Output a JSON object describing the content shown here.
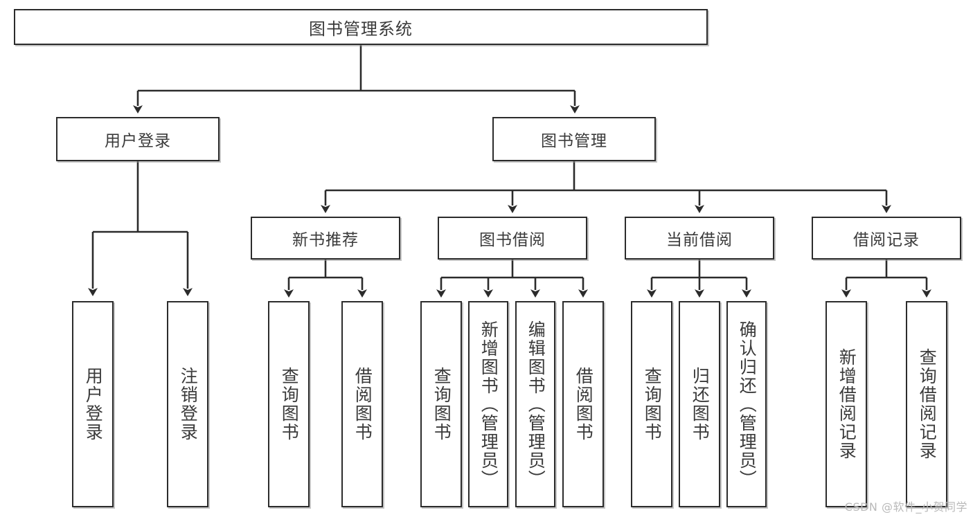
{
  "diagram": {
    "title": "图书管理系统",
    "type": "hierarchy-tree",
    "watermark": "CSDN @软件_小贺同学",
    "colors": {
      "box_border": "#2b2b2b",
      "box_fill": "#ffffff",
      "text": "#3a3a3a",
      "connector": "#2b2b2b",
      "watermark": "#b9b9b9"
    },
    "root": {
      "label": "图书管理系统"
    },
    "level2": [
      {
        "id": "user-login",
        "label": "用户登录"
      },
      {
        "id": "book-manage",
        "label": "图书管理"
      }
    ],
    "level3": [
      {
        "id": "new-book-rec",
        "label": "新书推荐"
      },
      {
        "id": "book-borrow",
        "label": "图书借阅"
      },
      {
        "id": "current-borrow",
        "label": "当前借阅"
      },
      {
        "id": "borrow-record",
        "label": "借阅记录"
      }
    ],
    "leaves": {
      "user_login": [
        {
          "id": "leaf-user-login",
          "label": "用户登录"
        },
        {
          "id": "leaf-user-logout",
          "label": "注销登录"
        }
      ],
      "new_book_rec": [
        {
          "id": "leaf-query-book-1",
          "label": "查询图书"
        },
        {
          "id": "leaf-borrow-book-1",
          "label": "借阅图书"
        }
      ],
      "book_borrow": [
        {
          "id": "leaf-query-book-2",
          "label": "查询图书"
        },
        {
          "id": "leaf-add-book",
          "label": "新增图书（管理员）"
        },
        {
          "id": "leaf-edit-book",
          "label": "编辑图书（管理员）"
        },
        {
          "id": "leaf-borrow-book-2",
          "label": "借阅图书"
        }
      ],
      "current_borrow": [
        {
          "id": "leaf-query-book-3",
          "label": "查询图书"
        },
        {
          "id": "leaf-return-book",
          "label": "归还图书"
        },
        {
          "id": "leaf-confirm-return",
          "label": "确认归还（管理员）"
        }
      ],
      "borrow_record": [
        {
          "id": "leaf-add-record",
          "label": "新增借阅记录"
        },
        {
          "id": "leaf-query-record",
          "label": "查询借阅记录"
        }
      ]
    }
  }
}
